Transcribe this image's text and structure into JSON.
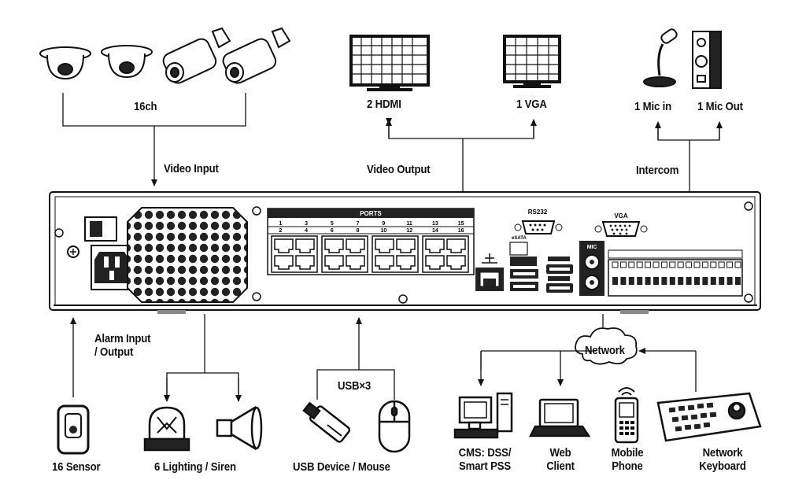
{
  "inputs": {
    "cameras_label": "16ch",
    "video_input": "Video Input",
    "alarm": "Alarm Input\n/ Output"
  },
  "outputs": {
    "hdmi": "2 HDMI",
    "vga": "1 VGA",
    "video_output": "Video Output"
  },
  "intercom": {
    "mic_in": "1 Mic in",
    "mic_out": "1 Mic Out",
    "label": "Intercom"
  },
  "usb": {
    "label": "USB×3"
  },
  "network": {
    "label": "Network"
  },
  "devices": {
    "sensor": "16 Sensor",
    "lighting": "6 Lighting / Siren",
    "usb_device": "USB Device / Mouse",
    "cms": "CMS: DSS/\nSmart PSS",
    "web": "Web\nClient",
    "mobile": "Mobile\nPhone",
    "keyboard": "Network\nKeyboard"
  },
  "panel": {
    "ports_title": "PORTS",
    "port_top": [
      "1",
      "3",
      "5",
      "7",
      "9",
      "11",
      "13",
      "15"
    ],
    "port_bottom": [
      "2",
      "4",
      "6",
      "8",
      "10",
      "12",
      "14",
      "16"
    ],
    "rs232": "RS232",
    "vga": "VGA",
    "esata": "eSATA",
    "mic": "MIC"
  }
}
